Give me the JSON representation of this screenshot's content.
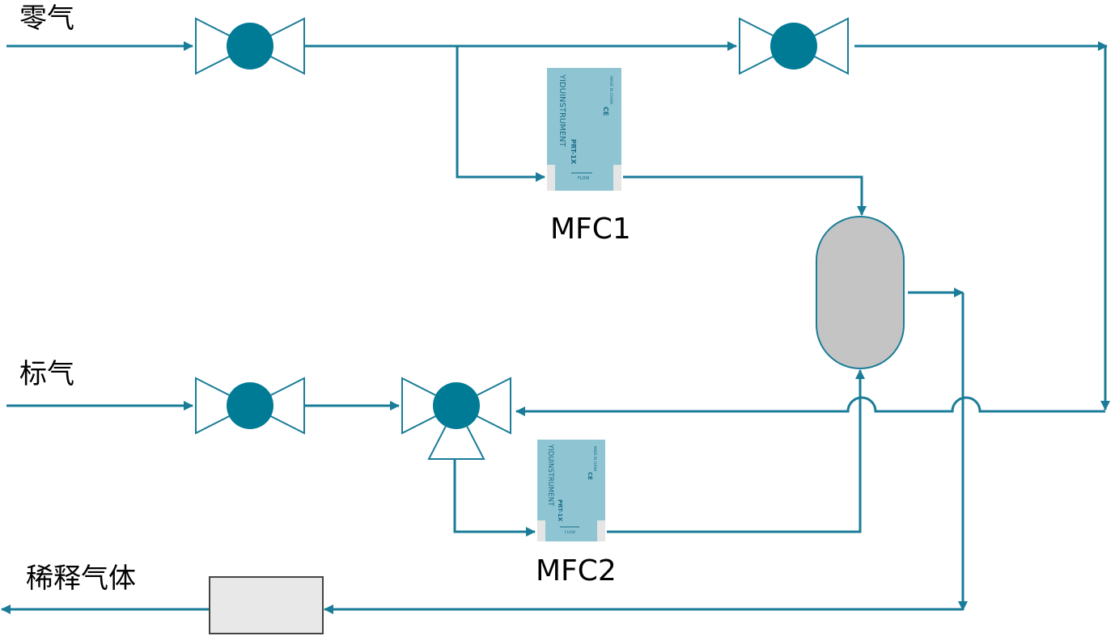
{
  "colors": {
    "pipe": "#1a7c98",
    "valve_fill": "#007b96",
    "mfc_body": "#8fc5d3",
    "mfc_text": "#1a6d88",
    "mfc_fitting": "#e5e5e5",
    "tank_fill": "#c4c4c4",
    "box_fill": "#e8e8e8",
    "box_stroke": "#444444"
  },
  "labels": {
    "zero_gas": "零气",
    "standard_gas": "标气",
    "dilution_gas": "稀释气体",
    "mfc1": "MFC1",
    "mfc2": "MFC2"
  },
  "mfc_device": {
    "brand": "YIDUINSTRUMENT",
    "model": "PRT-1X",
    "flow": "FLOW",
    "ce": "CE",
    "made_in": "MADE IN CHINA"
  },
  "icons": {
    "two_way_valve": "two-way-valve-icon",
    "three_way_valve": "three-way-valve-icon",
    "mixing_tank": "mixing-tank-icon",
    "outlet_box": "outlet-box-icon",
    "mass_flow_controller": "mass-flow-controller-icon",
    "flow_arrow": "flow-arrow-icon"
  }
}
